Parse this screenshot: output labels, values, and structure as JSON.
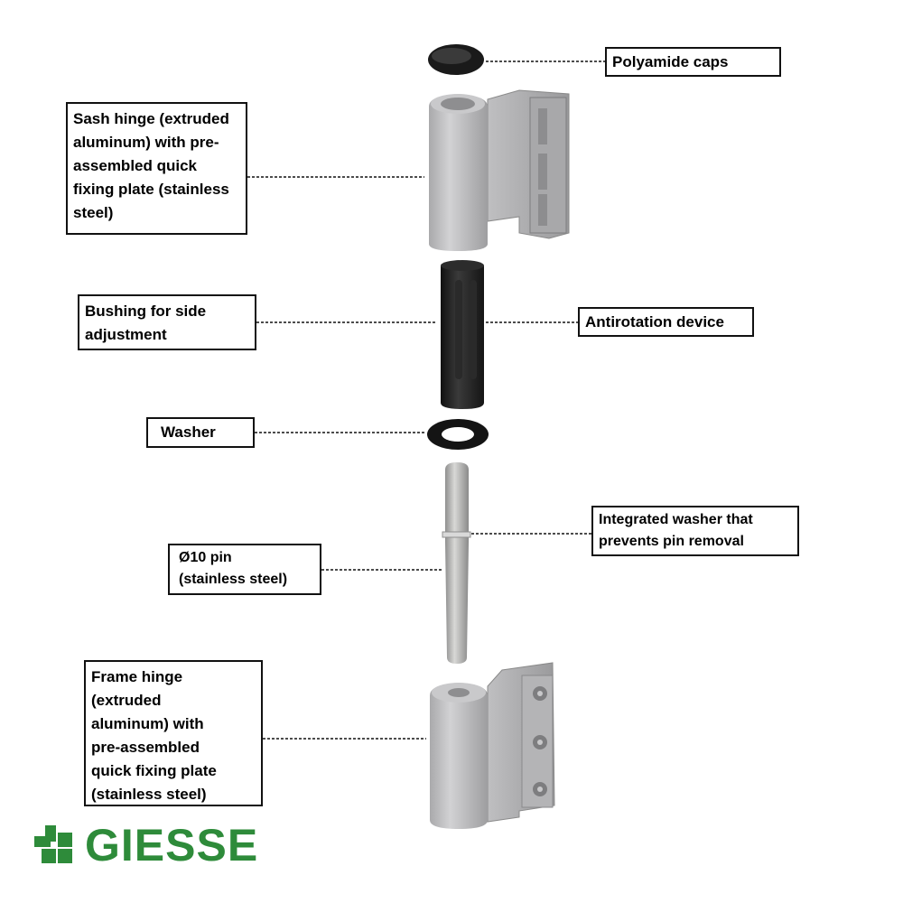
{
  "labels": {
    "polyamide_caps": "Polyamide caps",
    "sash_hinge": "Sash hinge (extruded\naluminum) with pre-\nassembled quick\nfixing plate (stainless\nsteel)",
    "bushing": "Bushing for side\nadjustment",
    "antirotation": "Antirotation device",
    "washer": "Washer",
    "integrated_washer": "Integrated washer that\nprevents pin removal",
    "pin": "Ø10 pin\n(stainless steel)",
    "frame_hinge": "Frame hinge\n(extruded\naluminum) with\npre-assembled\nquick fixing plate\n(stainless steel)"
  },
  "logo": {
    "text": "GIESSE",
    "color": "#2e8b3a"
  },
  "colors": {
    "aluminum": "#b9b9bb",
    "black_part": "#1c1c1c",
    "leader_line": "#111111"
  }
}
